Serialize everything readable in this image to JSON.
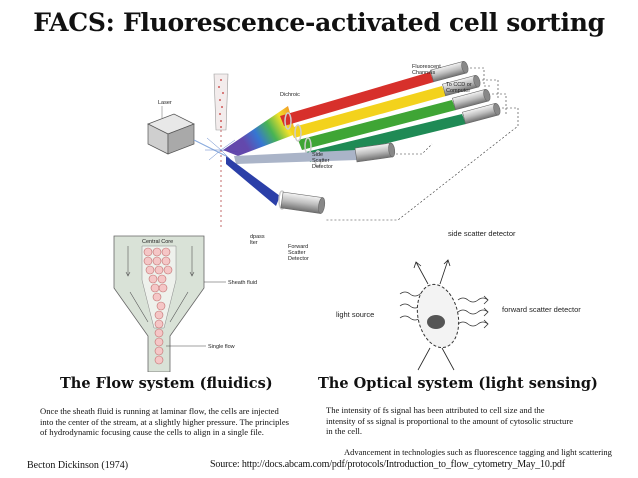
{
  "title": "FACS: Fluorescence-activated cell sorting",
  "diagram_top": {
    "labels": {
      "fluorescent_channels": [
        "Fluorescent",
        "Channels"
      ],
      "to_ccd": [
        "To CCD or",
        "Computer"
      ],
      "laser": "Laser",
      "dichroic": "Dichroic",
      "side_scatter_detector": [
        "Side",
        "Scatter",
        "Detector"
      ],
      "bandpass_filter": [
        "dpass",
        "lter"
      ],
      "forward_scatter_detector": [
        "Forward",
        "Scatter",
        "Detector"
      ]
    },
    "channel_colors": [
      "#d7302b",
      "#f3d21c",
      "#3fa535",
      "#1f8a55",
      "#2b3fa8"
    ]
  },
  "diagram_flow": {
    "labels": {
      "central_core": "Central Core",
      "sheath_fluid": "Sheath fluid",
      "single_flow": "Single flow"
    }
  },
  "diagram_optical": {
    "labels": {
      "side_scatter_detector": "side scatter detector",
      "light_source": "light source",
      "forward_scatter_detector": "forward scatter detector"
    }
  },
  "flow_section": {
    "heading": "The Flow system (fluidics)",
    "text": "Once the sheath fluid is running at laminar flow, the cells are injected into the center of the stream, at a slightly higher pressure.  The principles of hydrodynamic focusing cause the cells to align in a single file."
  },
  "optical_section": {
    "heading": "The Optical system (light sensing)",
    "text": "The intensity of fs signal has been attributed to cell size and the intensity of ss signal is proportional to the amount of cytosolic structure in the cell."
  },
  "footer": {
    "advancement": "Advancement in technologies such as fluorescence tagging and light scattering",
    "credit": "Becton Dickinson (1974)",
    "source": "Source: http://docs.abcam.com/pdf/protocols/Introduction_to_flow_cytometry_May_10.pdf"
  }
}
